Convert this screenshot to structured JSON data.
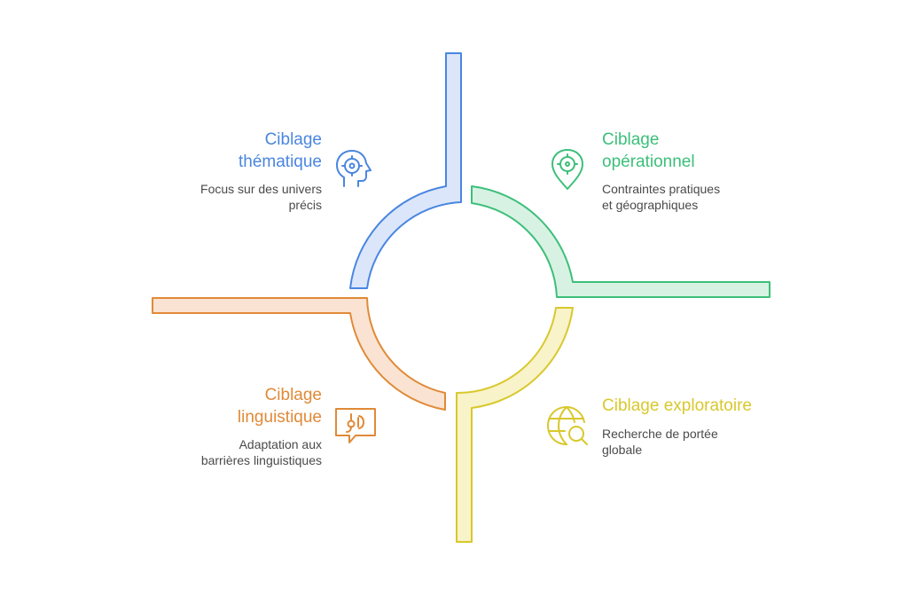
{
  "colors": {
    "blue": "#4a86e0",
    "blue_fill": "#dbe6fa",
    "green": "#3cbf7a",
    "green_fill": "#d7f2e3",
    "orange": "#e08a38",
    "orange_fill": "#fae3d2",
    "yellow": "#d9c82c",
    "yellow_fill": "#f8f3c9"
  },
  "quadrants": {
    "thematique": {
      "title_line1": "Ciblage",
      "title_line2": "thématique",
      "desc_line1": "Focus sur des univers",
      "desc_line2": "précis",
      "icon": "head-target-icon"
    },
    "operationnel": {
      "title_line1": "Ciblage",
      "title_line2": "opérationnel",
      "desc_line1": "Contraintes pratiques",
      "desc_line2": "et géographiques",
      "icon": "map-pin-target-icon"
    },
    "linguistique": {
      "title_line1": "Ciblage",
      "title_line2": "linguistique",
      "desc_line1": "Adaptation aux",
      "desc_line2": "barrières linguistiques",
      "icon": "speech-bubble-language-icon"
    },
    "exploratoire": {
      "title_line1": "Ciblage exploratoire",
      "desc_line1": "Recherche de portée",
      "desc_line2": "globale",
      "icon": "globe-search-icon"
    }
  }
}
